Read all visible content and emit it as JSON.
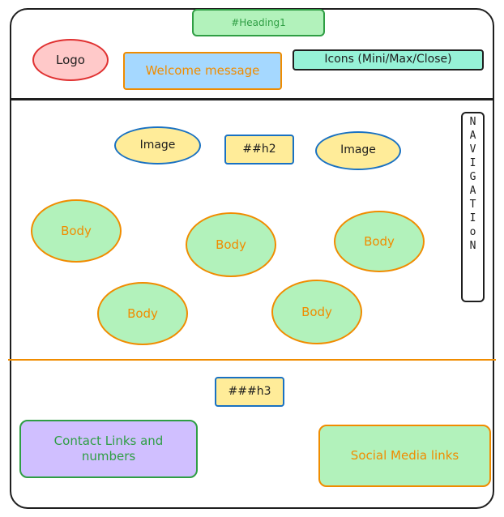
{
  "header": {
    "heading": "#Heading1",
    "logo": "Logo",
    "welcome": "Welcome message",
    "icons": "Icons (Mini/Max/Close)"
  },
  "main": {
    "image_left": "Image",
    "h2": "##h2",
    "image_right": "Image",
    "navigation_letters": [
      "N",
      "A",
      "V",
      "I",
      "G",
      "A",
      "T",
      "I",
      "o",
      "N"
    ],
    "bodies": [
      "Body",
      "Body",
      "Body",
      "Body",
      "Body"
    ]
  },
  "footer": {
    "h3": "###h3",
    "contact": "Contact Links and numbers",
    "social": "Social Media links"
  },
  "colors": {
    "stroke": "#1e1e1e",
    "green_fill": "#b2f2bb",
    "green_stroke": "#2f9e44",
    "red_fill": "#ffc9c9",
    "red_stroke": "#e03131",
    "blue_fill": "#a5d8ff",
    "orange_stroke": "#f08c00",
    "teal_fill": "#96f2d7",
    "yellow_fill": "#ffec99",
    "blue_stroke": "#1971c2",
    "violet_fill": "#d0bfff"
  }
}
